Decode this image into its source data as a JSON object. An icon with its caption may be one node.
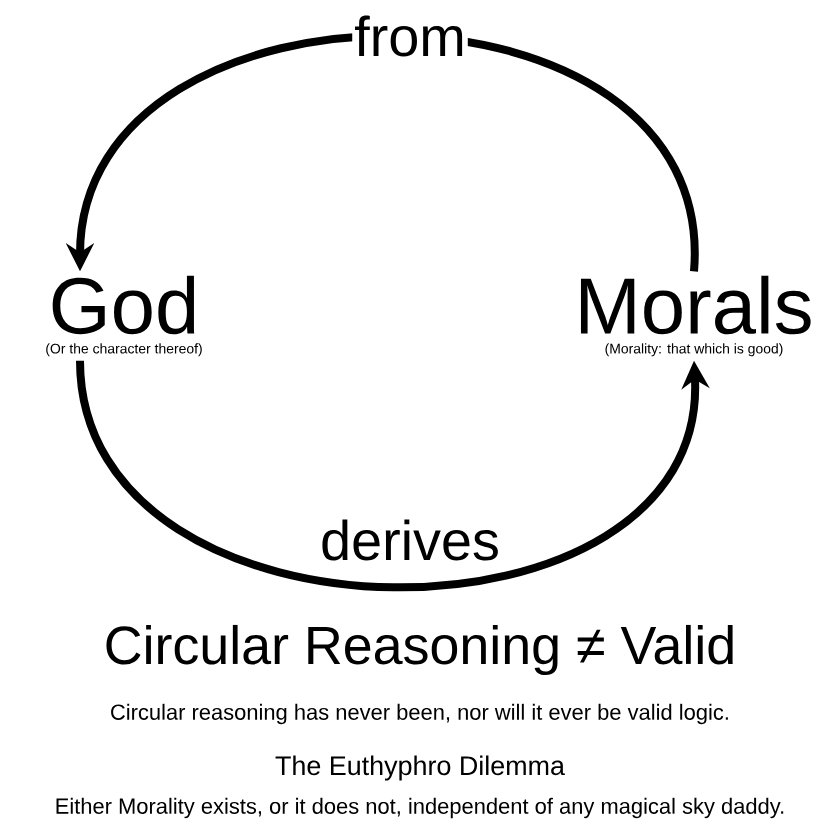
{
  "diagram": {
    "nodes": [
      {
        "text": [
          "God",
          "(Or the character thereof)"
        ]
      },
      {
        "text": [
          "Morals",
          "(Morality: that which is good)"
        ]
      }
    ],
    "edges": [
      {
        "from": 1,
        "to": 0,
        "arrow": "to",
        "label": "from"
      },
      {
        "from": 0,
        "to": 1,
        "arrow": "to",
        "label": "derives"
      }
    ],
    "labels": [
      "Circular Reasoning ≠ Valid",
      "Circular reasoning has never been, nor will it ever be valid logic.",
      "The Euthyphro Dilemma",
      "Either Morality exists, or it does not, independent of any magical sky daddy."
    ]
  }
}
